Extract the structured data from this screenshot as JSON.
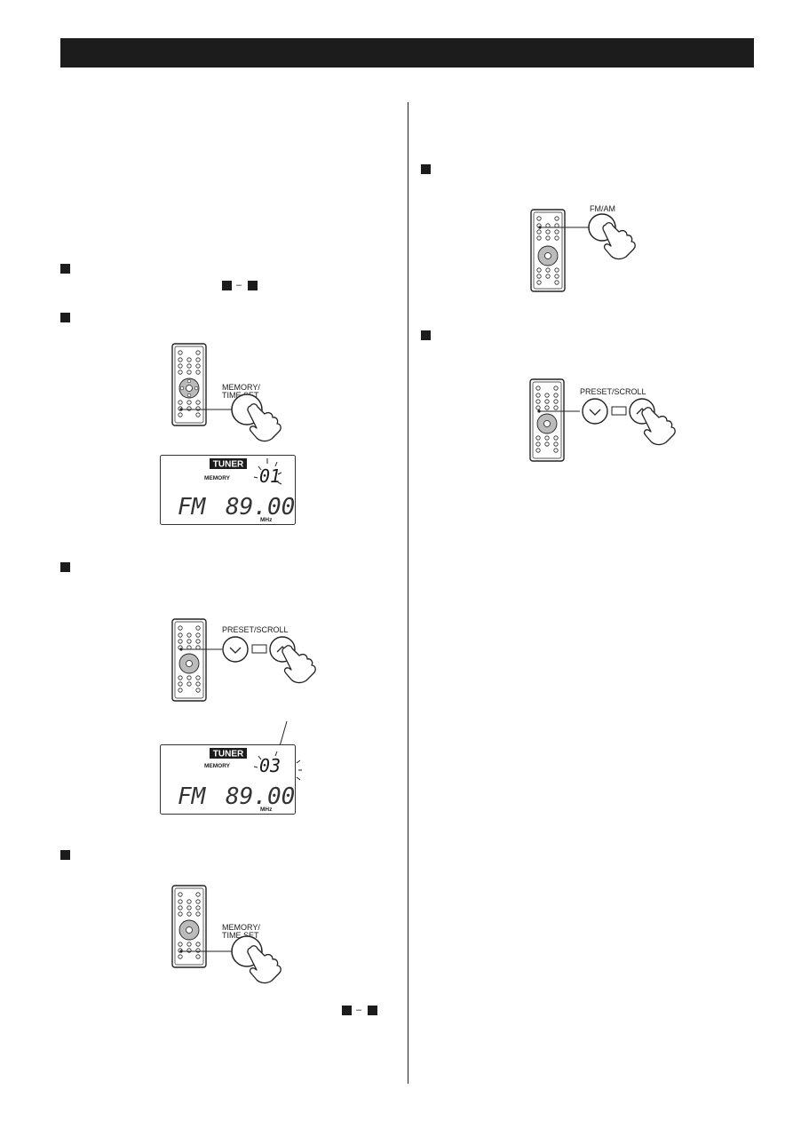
{
  "page": {
    "ref_separator": "–"
  },
  "figures": {
    "memory_time_set_label": [
      "MEMORY/",
      "TIME SET"
    ],
    "preset_scroll_label": "PRESET/SCROLL",
    "fm_am_label": "FM/AM"
  },
  "displays": {
    "display_1": {
      "badge": "TUNER",
      "memory_label": "MEMORY",
      "preset_number": "01",
      "band": "FM",
      "frequency": "89.00",
      "unit": "MHz"
    },
    "display_2": {
      "badge": "TUNER",
      "memory_label": "MEMORY",
      "preset_number": "03",
      "band": "FM",
      "frequency": "89.00",
      "unit": "MHz"
    }
  },
  "colors": {
    "ink": "#1c1c1c",
    "paper": "#ffffff",
    "lcd_segment": "#333333"
  }
}
